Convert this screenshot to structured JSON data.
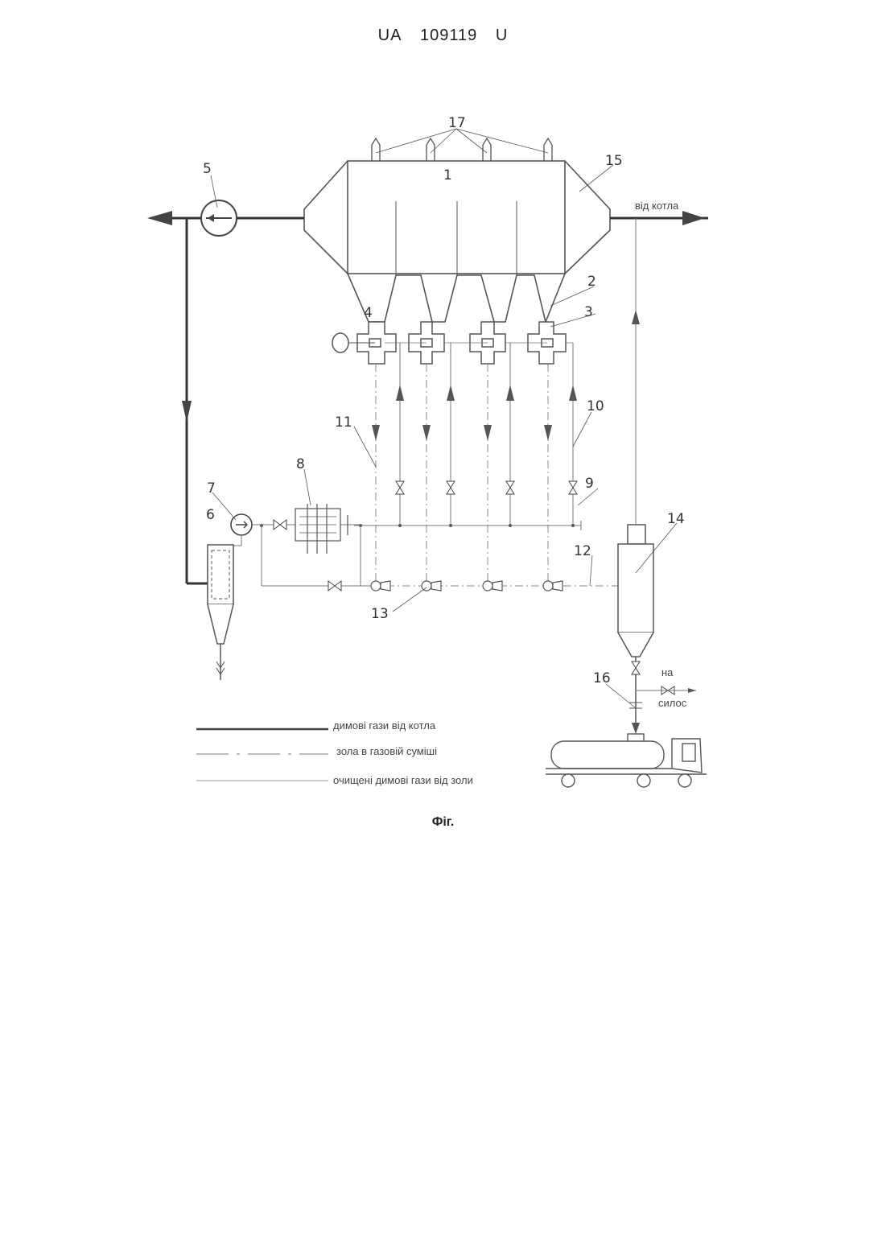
{
  "header": {
    "office": "UA",
    "number": "109119",
    "kind": "U"
  },
  "caption": "Фіг.",
  "labels": {
    "n1": "1",
    "n2": "2",
    "n3": "3",
    "n4": "4",
    "n5": "5",
    "n6": "6",
    "n7": "7",
    "n8": "8",
    "n9": "9",
    "n10": "10",
    "n11": "11",
    "n12": "12",
    "n13": "13",
    "n14": "14",
    "n15": "15",
    "n16": "16",
    "n17": "17"
  },
  "annotations": {
    "from_boiler": "від котла",
    "to_silo_1": "на",
    "to_silo_2": "силос"
  },
  "legend": [
    {
      "text": "димові гази від котла",
      "style": "solid-thick"
    },
    {
      "text": "зола в газовій суміші",
      "style": "dash-dot"
    },
    {
      "text": "очищені димові гази від золи",
      "style": "thin"
    }
  ]
}
